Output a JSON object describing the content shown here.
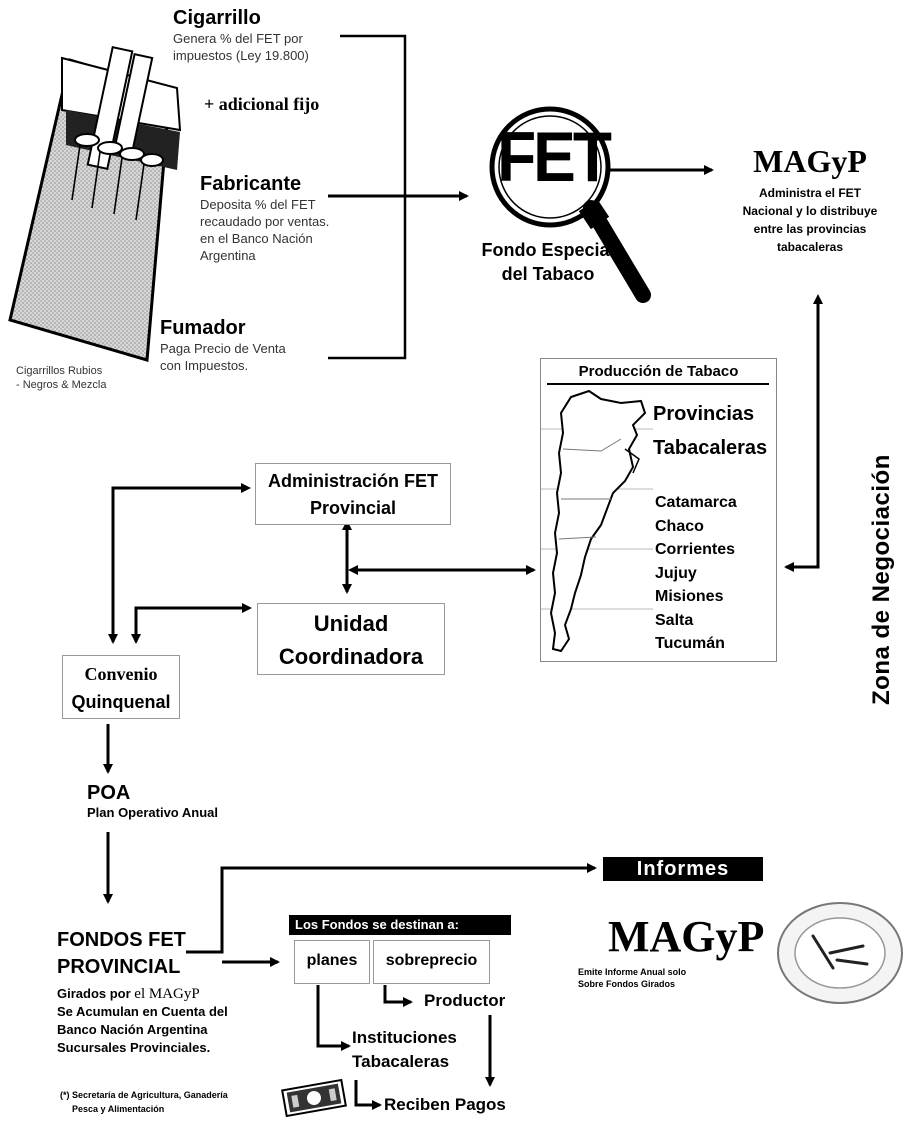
{
  "cigarrillo": {
    "title": "Cigarrillo",
    "desc_line1": "Genera % del FET por",
    "desc_line2": "impuestos (Ley 19.800)",
    "extra": "+ adicional fijo"
  },
  "fabricante": {
    "title": "Fabricante",
    "line1": "Deposita % del FET",
    "line2": "recaudado por ventas.",
    "line3": "en el Banco Nación",
    "line4": "Argentina"
  },
  "fumador": {
    "title": "Fumador",
    "line1": "Paga Precio de Venta",
    "line2": "con Impuestos."
  },
  "cigarettes_caption": {
    "line1": "Cigarrillos Rubios",
    "line2": "- Negros & Mezcla"
  },
  "fet": {
    "logo": "FET",
    "line1": "Fondo Especial",
    "line2": "del Tabaco"
  },
  "magyp_top": {
    "title": "MAGyP",
    "line1": "Administra el FET",
    "line2": "Nacional y lo distribuye",
    "line3": "entre las provincias",
    "line4": "tabacaleras"
  },
  "produccion": {
    "title": "Producción de Tabaco",
    "heading1": "Provincias",
    "heading2": "Tabacaleras",
    "provinces": [
      "Catamarca",
      "Chaco",
      "Corrientes",
      "Jujuy",
      "Misiones",
      "Salta",
      "Tucumán"
    ]
  },
  "zona": "Zona de Negociación",
  "admin_fet": {
    "line1": "Administración FET",
    "line2": "Provincial"
  },
  "unidad": {
    "line1": "Unidad",
    "line2": "Coordinadora"
  },
  "convenio": {
    "line1": "Convenio",
    "line2": "Quinquenal"
  },
  "poa": {
    "title": "POA",
    "subtitle": "Plan Operativo Anual"
  },
  "fondos_fet": {
    "line1": "FONDOS FET",
    "line2": "PROVINCIAL",
    "d1_pre": "Girados por ",
    "d1_serif": "el MAGyP",
    "d2": "Se Acumulan en Cuenta del",
    "d3": "Banco Nación Argentina",
    "d4": "Sucursales Provinciales."
  },
  "footnote": {
    "line1": "(*) Secretaría de Agricultura, Ganadería",
    "line2": "Pesca y Alimentación"
  },
  "fondos_destino": {
    "header": "Los Fondos se destinan a:",
    "planes": "planes",
    "sobreprecio": "sobreprecio",
    "productor": "Productor",
    "inst_line1": "Instituciones",
    "inst_line2": "Tabacaleras",
    "reciben": "Reciben Pagos"
  },
  "informes": "Informes",
  "magyp_bottom": {
    "title": "MAGyP",
    "line1": "Emite Informe Anual solo",
    "line2": "Sobre Fondos Girados"
  }
}
